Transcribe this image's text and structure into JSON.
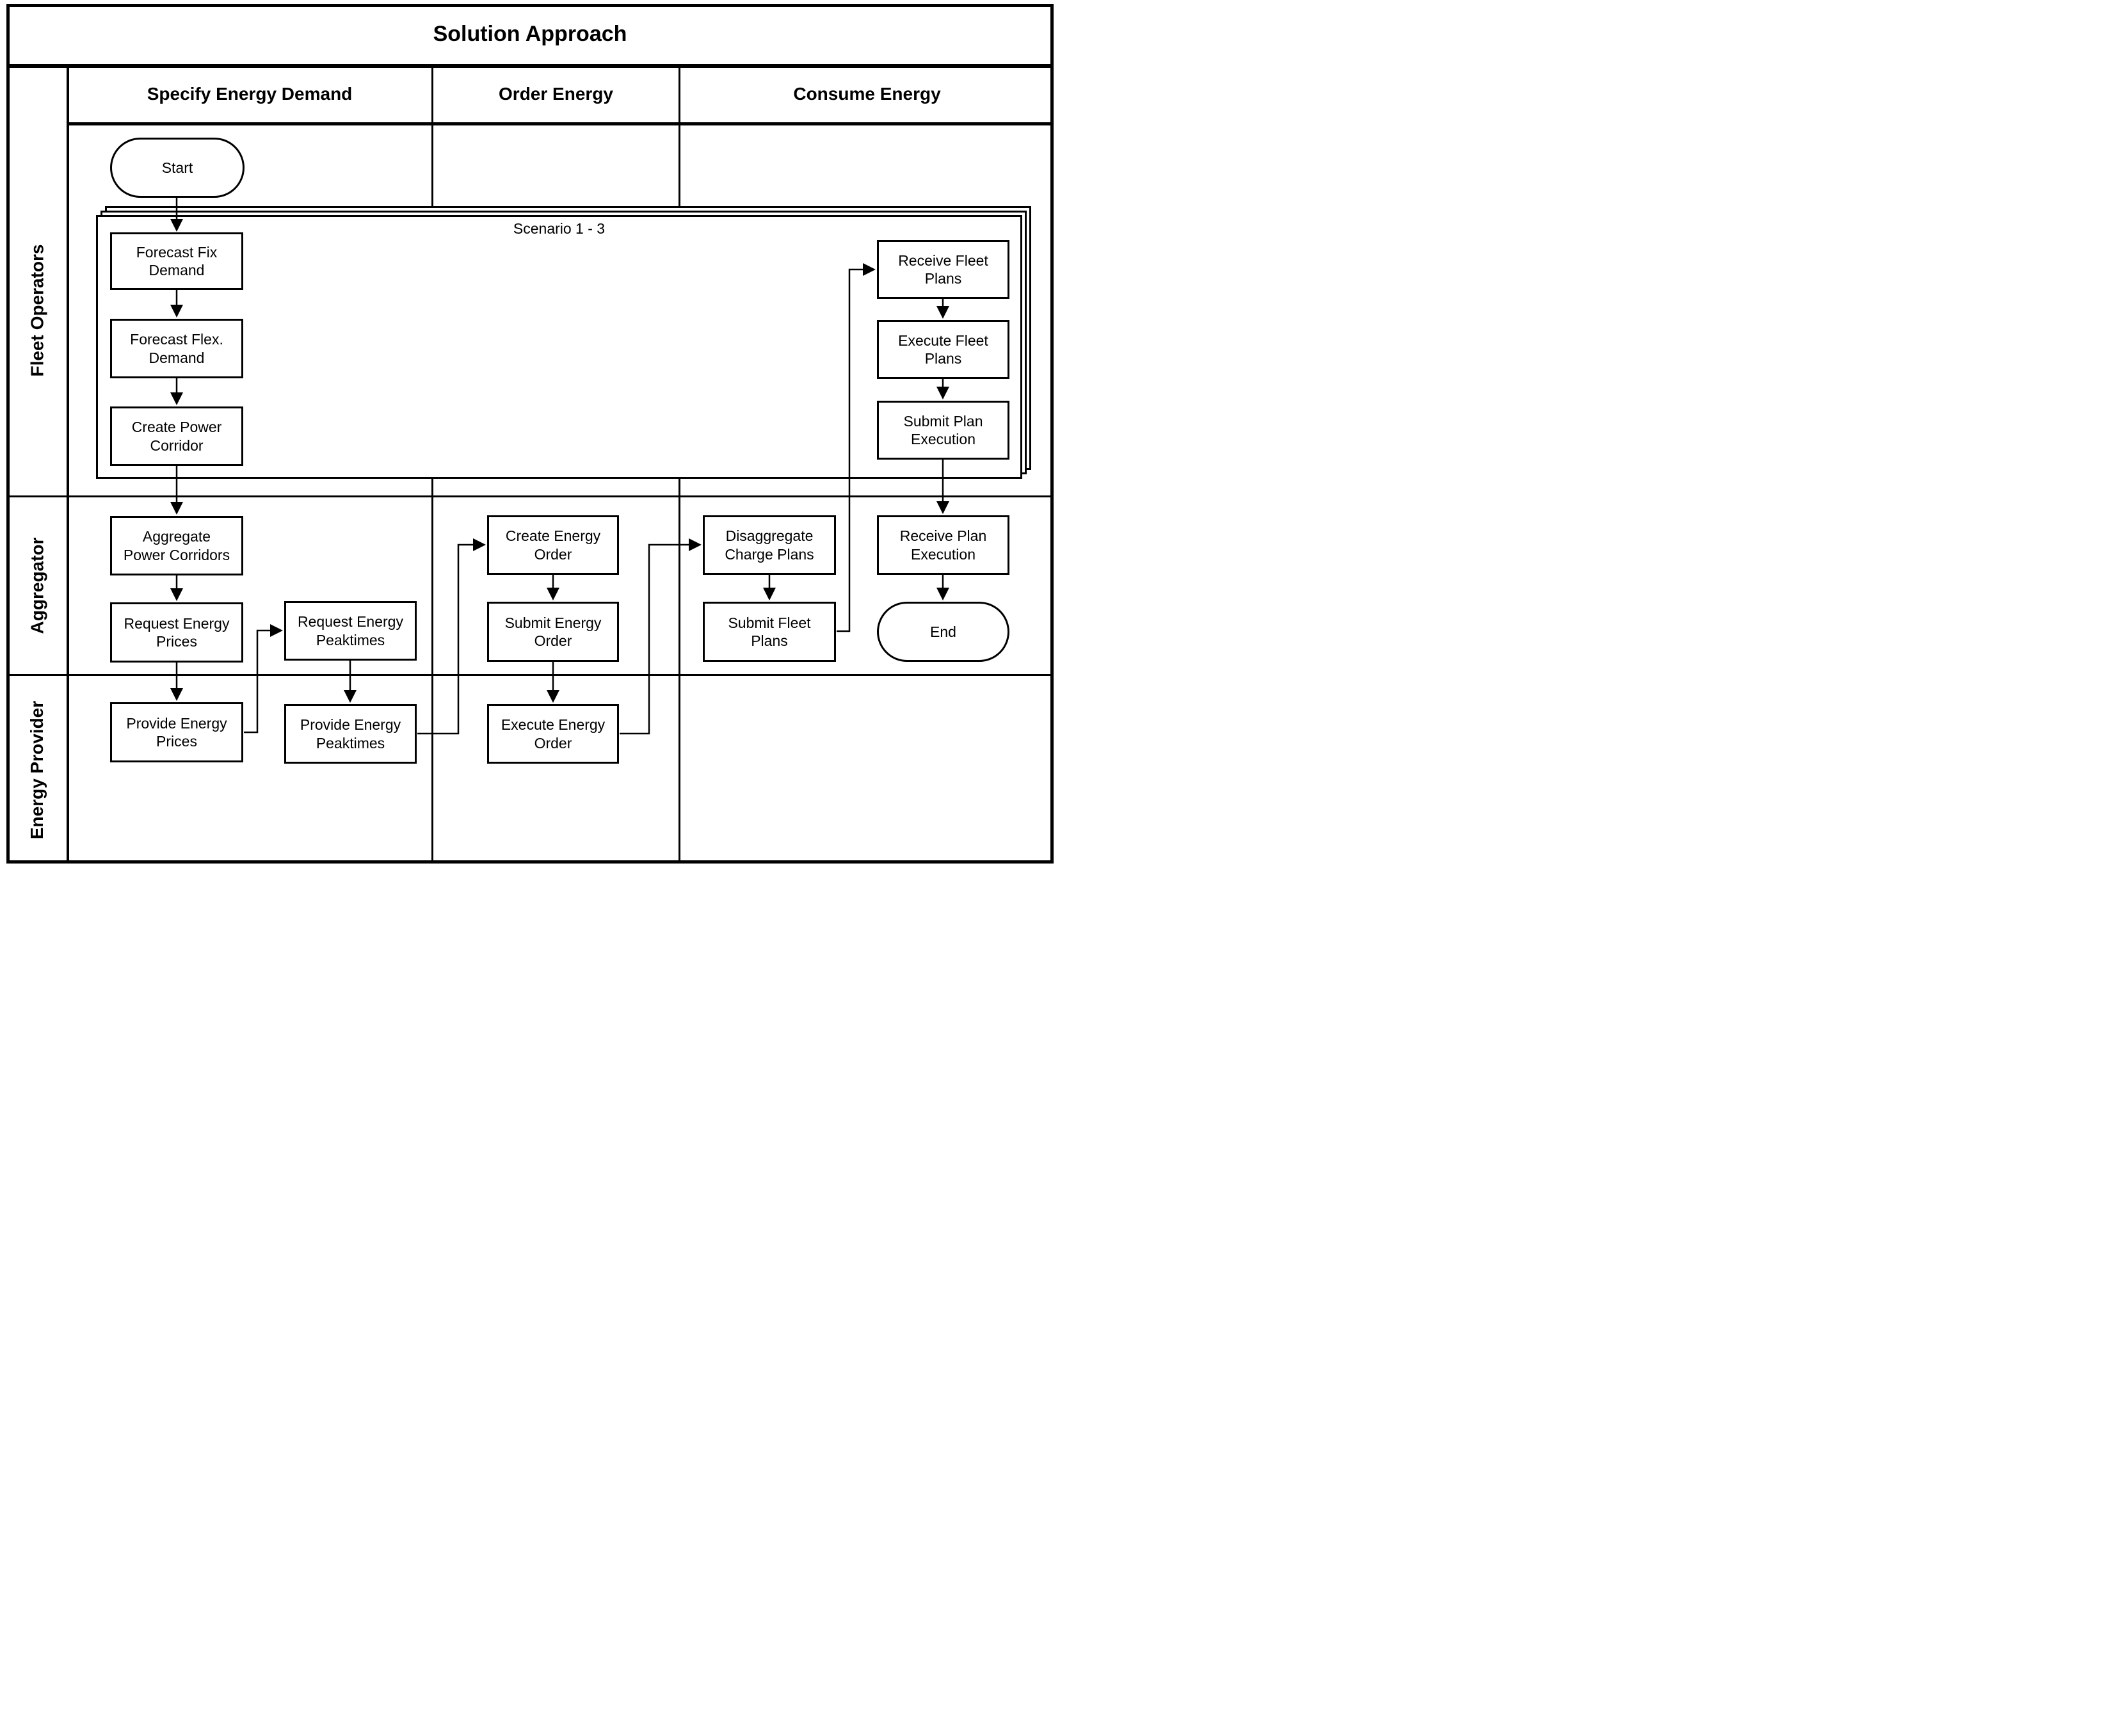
{
  "title": "Solution Approach",
  "columns": {
    "specify": "Specify Energy Demand",
    "order": "Order Energy",
    "consume": "Consume Energy"
  },
  "lanes": {
    "fleet": "Fleet Operators",
    "aggregator": "Aggregator",
    "energy": "Energy Provider"
  },
  "group": {
    "label": "Scenario 1 - 3"
  },
  "nodes": {
    "start": "Start",
    "forecast_fix": "Forecast Fix\nDemand",
    "forecast_flex": "Forecast Flex.\nDemand",
    "create_power_corridor": "Create Power\nCorridor",
    "receive_fleet_plans": "Receive Fleet\nPlans",
    "execute_fleet_plans": "Execute Fleet\nPlans",
    "submit_plan_execution": "Submit Plan\nExecution",
    "aggregate_power_corridors": "Aggregate\nPower Corridors",
    "request_energy_prices": "Request Energy\nPrices",
    "request_energy_peaktimes": "Request Energy\nPeaktimes",
    "create_energy_order": "Create Energy\nOrder",
    "submit_energy_order": "Submit Energy\nOrder",
    "disaggregate_charge_plans": "Disaggregate\nCharge Plans",
    "submit_fleet_plans": "Submit Fleet\nPlans",
    "receive_plan_execution": "Receive Plan\nExecution",
    "end": "End",
    "provide_energy_prices": "Provide Energy\nPrices",
    "provide_energy_peaktimes": "Provide Energy\nPeaktimes",
    "execute_energy_order": "Execute Energy\nOrder"
  },
  "edges": [
    {
      "from": "start",
      "to": "forecast_fix"
    },
    {
      "from": "forecast_fix",
      "to": "forecast_flex"
    },
    {
      "from": "forecast_flex",
      "to": "create_power_corridor"
    },
    {
      "from": "create_power_corridor",
      "to": "aggregate_power_corridors"
    },
    {
      "from": "aggregate_power_corridors",
      "to": "request_energy_prices"
    },
    {
      "from": "request_energy_prices",
      "to": "provide_energy_prices"
    },
    {
      "from": "provide_energy_prices",
      "to": "request_energy_peaktimes"
    },
    {
      "from": "request_energy_peaktimes",
      "to": "provide_energy_peaktimes"
    },
    {
      "from": "provide_energy_peaktimes",
      "to": "create_energy_order"
    },
    {
      "from": "create_energy_order",
      "to": "submit_energy_order"
    },
    {
      "from": "submit_energy_order",
      "to": "execute_energy_order"
    },
    {
      "from": "execute_energy_order",
      "to": "disaggregate_charge_plans"
    },
    {
      "from": "disaggregate_charge_plans",
      "to": "submit_fleet_plans"
    },
    {
      "from": "submit_fleet_plans",
      "to": "receive_fleet_plans"
    },
    {
      "from": "receive_fleet_plans",
      "to": "execute_fleet_plans"
    },
    {
      "from": "execute_fleet_plans",
      "to": "submit_plan_execution"
    },
    {
      "from": "submit_plan_execution",
      "to": "receive_plan_execution"
    },
    {
      "from": "receive_plan_execution",
      "to": "end"
    }
  ],
  "colors": {
    "line": "#000000",
    "background": "#ffffff"
  }
}
